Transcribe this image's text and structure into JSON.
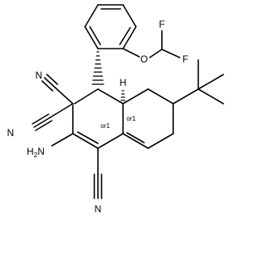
{
  "molecule": {
    "atoms": {
      "F1": "F",
      "F2": "F",
      "O": "O",
      "N_cn1": "N",
      "N_cn2": "N",
      "N_cn3": "N",
      "H2N_H": "H",
      "H2N_sub": "2",
      "H2N_N": "N",
      "H_junction": "H"
    },
    "stereo_labels": [
      "or1",
      "or1"
    ]
  }
}
